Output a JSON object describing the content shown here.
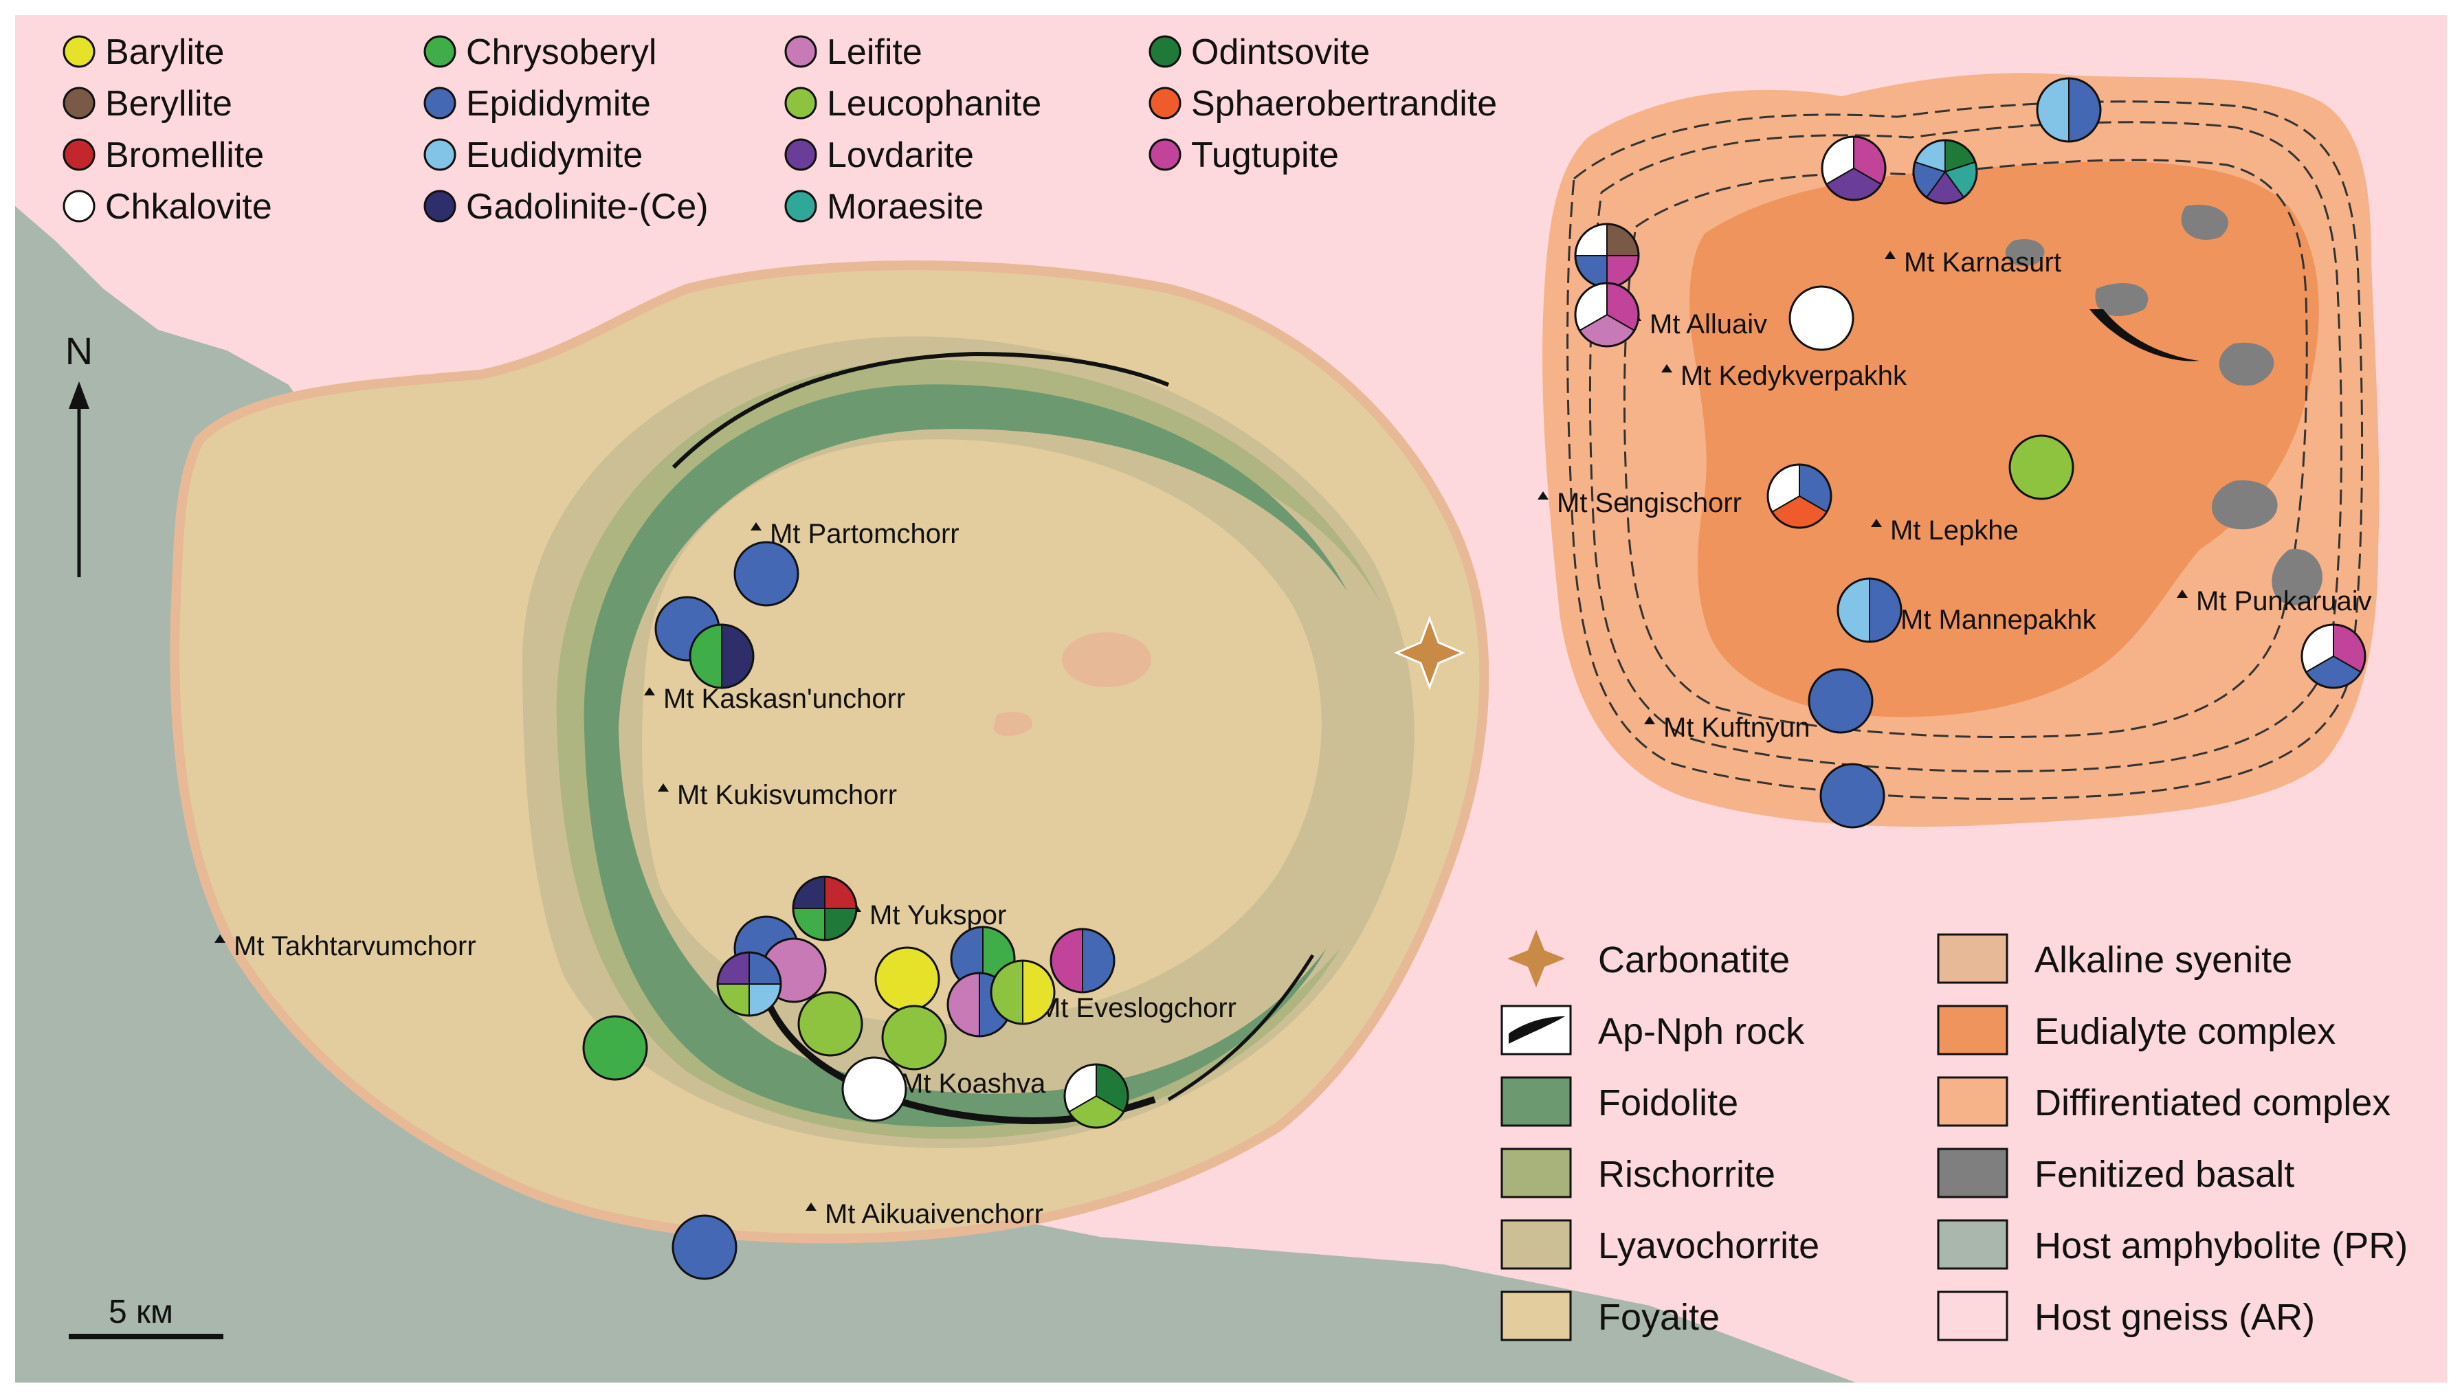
{
  "colors": {
    "host_gneiss": "#fdd8dc",
    "host_amphybolite": "#a9b7ac",
    "foyaite": "#e3cd9e",
    "lyavochorrite": "#cdbf95",
    "rischorrite": "#a8b37c",
    "foidolite": "#6c9970",
    "alkaline_syenite": "#e8b996",
    "eudialyte": "#f0945d",
    "differentiated": "#f6b288",
    "fenitized_basalt": "#7f7f7f",
    "carbonatite": "#c98a46"
  },
  "minerals": [
    {
      "name": "Barylite",
      "color": "#e6e22a"
    },
    {
      "name": "Beryllite",
      "color": "#7a5a46"
    },
    {
      "name": "Bromellite",
      "color": "#c1272d"
    },
    {
      "name": "Chkalovite",
      "color": "#ffffff"
    },
    {
      "name": "Chrysoberyl",
      "color": "#3fae49"
    },
    {
      "name": "Epididymite",
      "color": "#4468b4"
    },
    {
      "name": "Eudidymite",
      "color": "#82c3e8"
    },
    {
      "name": "Gadolinite-(Ce)",
      "color": "#2e2e6a"
    },
    {
      "name": "Leifite",
      "color": "#c87ab6"
    },
    {
      "name": "Leucophanite",
      "color": "#8dc33f"
    },
    {
      "name": "Lovdarite",
      "color": "#6a3d98"
    },
    {
      "name": "Moraesite",
      "color": "#2fa89a"
    },
    {
      "name": "Odintsovite",
      "color": "#1f7a3a"
    },
    {
      "name": "Sphaerobertrandite",
      "color": "#ef5b2a"
    },
    {
      "name": "Tugtupite",
      "color": "#c1449a"
    }
  ],
  "mountains": [
    "Mt Partomchorr",
    "Mt Kaskasn'unchorr",
    "Mt Kukisvumchorr",
    "Mt Yukspor",
    "Mt Eveslogchorr",
    "Mt Koashva",
    "Mt Aikuaivenchorr",
    "Mt  Takhtarvumchorr",
    "Mt Karnasurt",
    "Mt Alluaiv",
    "Mt Kedykverpakhk",
    "Mt Sengischorr",
    "Mt Lepkhe",
    "Mt Mannepakhk",
    "Mt Punkaruaiv",
    "Mt Kuftnyun"
  ],
  "north_label": "N",
  "scale_label": "5 км",
  "legend": [
    {
      "label": "Carbonatite",
      "swatch": "carbonatite"
    },
    {
      "label": "Ap-Nph rock",
      "swatch": "apnph"
    },
    {
      "label": "Foidolite",
      "swatch": "foidolite"
    },
    {
      "label": "Rischorrite",
      "swatch": "rischorrite"
    },
    {
      "label": "Lyavochorrite",
      "swatch": "lyavochorrite"
    },
    {
      "label": "Foyaite",
      "swatch": "foyaite"
    },
    {
      "label": "Alkaline syenite",
      "swatch": "alkaline_syenite"
    },
    {
      "label": "Eudialyte complex",
      "swatch": "eudialyte"
    },
    {
      "label": "Diffirentiated complex",
      "swatch": "differentiated"
    },
    {
      "label": "Fenitized basalt",
      "swatch": "fenitized_basalt"
    },
    {
      "label": "Host amphybolite (PR)",
      "swatch": "host_amphybolite"
    },
    {
      "label": "Host gneiss (AR)",
      "swatch": "host_gneiss"
    }
  ],
  "occurrences": [
    {
      "minerals": [
        "Epididymite"
      ]
    },
    {
      "minerals": [
        "Epididymite"
      ]
    },
    {
      "minerals": [
        "Gadolinite-(Ce)",
        "Chrysoberyl"
      ]
    },
    {
      "minerals": [
        "Bromellite",
        "Odintsovite",
        "Chrysoberyl",
        "Gadolinite-(Ce)"
      ]
    },
    {
      "minerals": [
        "Epididymite"
      ]
    },
    {
      "minerals": [
        "Leifite"
      ]
    },
    {
      "minerals": [
        "Epididymite",
        "Eudidymite",
        "Leucophanite",
        "Lovdarite"
      ]
    },
    {
      "minerals": [
        "Barylite"
      ]
    },
    {
      "minerals": [
        "Chrysoberyl",
        "Epididymite"
      ]
    },
    {
      "minerals": [
        "Epididymite",
        "Tugtupite"
      ]
    },
    {
      "minerals": [
        "Leucophanite"
      ]
    },
    {
      "minerals": [
        "Leucophanite"
      ]
    },
    {
      "minerals": [
        "Epididymite",
        "Leifite"
      ]
    },
    {
      "minerals": [
        "Barylite",
        "Leucophanite"
      ]
    },
    {
      "minerals": [
        "Chkalovite"
      ]
    },
    {
      "minerals": [
        "Odintsovite",
        "Leucophanite",
        "Chkalovite"
      ]
    },
    {
      "minerals": [
        "Chrysoberyl"
      ]
    },
    {
      "minerals": [
        "Epididymite"
      ]
    },
    {
      "minerals": [
        "Epididymite",
        "Eudidymite"
      ]
    },
    {
      "minerals": [
        "Tugtupite",
        "Lovdarite",
        "Chkalovite"
      ]
    },
    {
      "minerals": [
        "Odintsovite",
        "Moraesite",
        "Lovdarite",
        "Epididymite",
        "Eudidymite"
      ]
    },
    {
      "minerals": [
        "Beryllite",
        "Tugtupite",
        "Epididymite",
        "Chkalovite"
      ]
    },
    {
      "minerals": [
        "Tugtupite",
        "Leifite",
        "Chkalovite"
      ]
    },
    {
      "minerals": [
        "Chkalovite"
      ]
    },
    {
      "minerals": [
        "Leucophanite"
      ]
    },
    {
      "minerals": [
        "Epididymite",
        "Sphaerobertrandite",
        "Chkalovite"
      ]
    },
    {
      "minerals": [
        "Epididymite",
        "Eudidymite"
      ]
    },
    {
      "minerals": [
        "Tugtupite",
        "Epididymite",
        "Chkalovite"
      ]
    },
    {
      "minerals": [
        "Epididymite"
      ]
    },
    {
      "minerals": [
        "Epididymite"
      ]
    }
  ]
}
